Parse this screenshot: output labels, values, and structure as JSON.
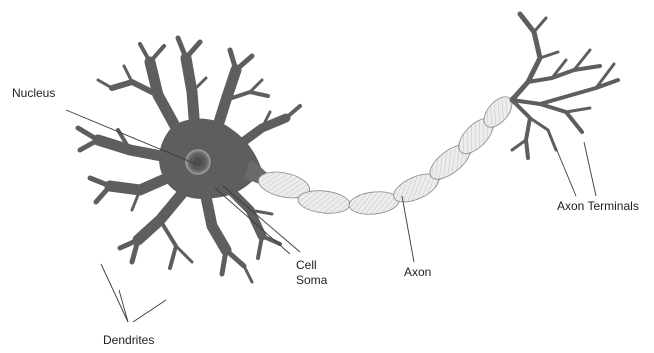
{
  "diagram": {
    "labels": {
      "nucleus": "Nucleus",
      "cell_soma_line1": "Cell",
      "cell_soma_line2": "Soma",
      "axon": "Axon",
      "axon_terminals": "Axon Terminals",
      "dendrites": "Dendrites"
    },
    "colors": {
      "cell_body": "#5e5e5e",
      "myelin_sheath": "#e2e2e2",
      "axon_core": "#9c9c9c",
      "label_text": "#1e1e1e"
    }
  }
}
